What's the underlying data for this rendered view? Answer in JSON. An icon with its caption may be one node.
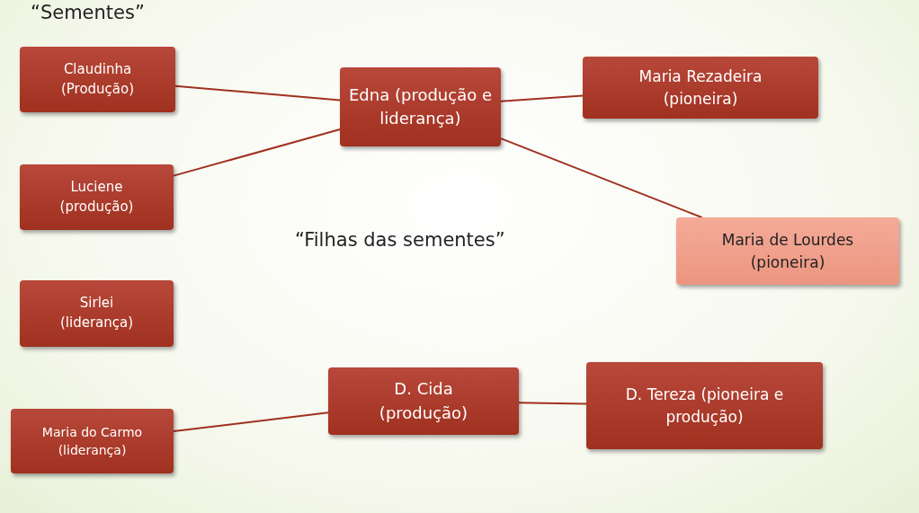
{
  "diagram": {
    "nodes": [
      {
        "text": [
          "Claudinha (Produção)"
        ]
      },
      {
        "text": [
          "Luciene (produção)"
        ]
      },
      {
        "text": [
          "Sirlei (liderança)"
        ]
      },
      {
        "text": [
          "Maria do Carmo (liderança)"
        ]
      },
      {
        "text": [
          "Edna (produção e liderança)"
        ]
      },
      {
        "text": [
          "Maria Rezadeira (pioneira)"
        ]
      },
      {
        "text": [
          "Maria de Lourdes (pioneira)"
        ]
      },
      {
        "text": [
          "D. Cida (produção)"
        ]
      },
      {
        "text": [
          "D. Tereza (pioneira e produção)"
        ]
      }
    ],
    "edges": [
      {
        "from": 0,
        "to": 4,
        "arrow": "none"
      },
      {
        "from": 1,
        "to": 4,
        "arrow": "none"
      },
      {
        "from": 4,
        "to": 5,
        "arrow": "none"
      },
      {
        "from": 4,
        "to": 6,
        "arrow": "none"
      },
      {
        "from": 3,
        "to": 7,
        "arrow": "none"
      },
      {
        "from": 7,
        "to": 8,
        "arrow": "none"
      }
    ],
    "labels": [
      "“Sementes”",
      "“Filhas das sementes”"
    ]
  }
}
